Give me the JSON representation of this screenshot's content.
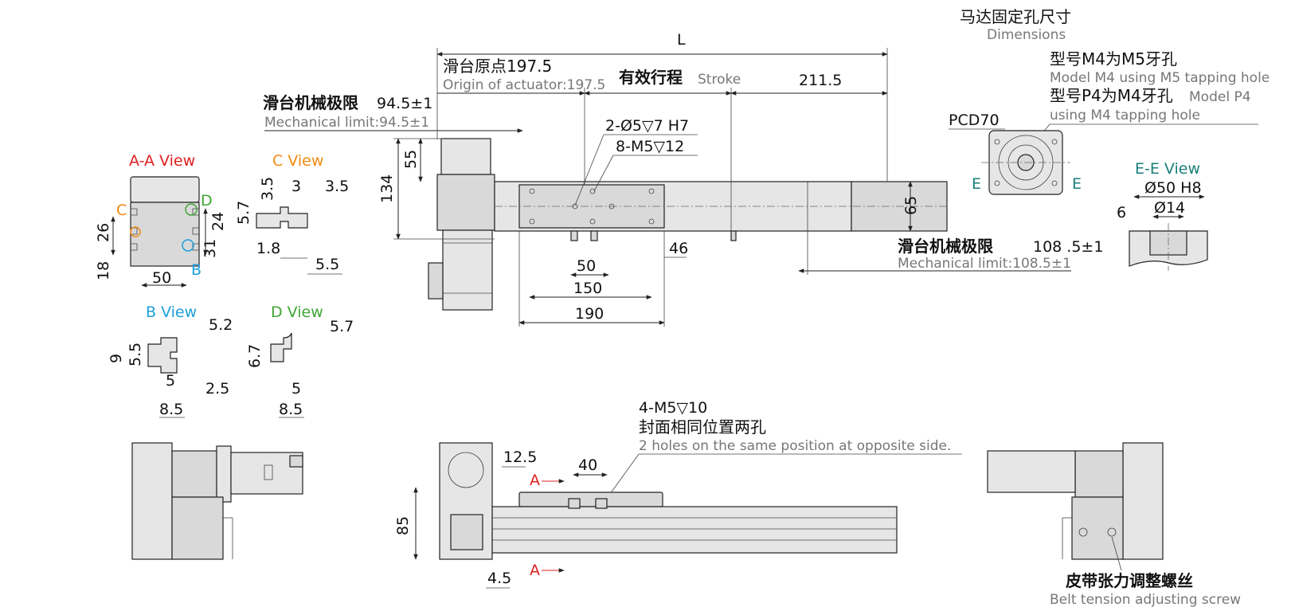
{
  "top_view": {
    "L": "L",
    "origin_cn": "滑台原点197.5",
    "origin_en": "Origin of actuator:197.5",
    "stroke_cn": "有效行程",
    "stroke_en": "Stroke",
    "d_211_5": "211.5",
    "mech_left_cn": "滑台机械极限",
    "mech_left_val": "94.5±1",
    "mech_left_en": "Mechanical limit:94.5±1",
    "hole_1": "2-Ø5▽7 H7",
    "hole_2": "8-M5▽12",
    "d_55": "55",
    "d_134": "134",
    "d_65": "65",
    "d_46": "46",
    "d_50": "50",
    "d_150": "150",
    "d_190": "190",
    "mech_right_cn": "滑台机械极限",
    "mech_right_val": "108 .5±1",
    "mech_right_en": "Mechanical limit:108.5±1"
  },
  "motor_mount": {
    "title_cn": "马达固定孔尺寸",
    "title_en": "Dimensions",
    "m4_cn": "型号M4为M5牙孔",
    "m4_en": "Model M4 using M5 tapping hole",
    "p4_cn": "型号P4为M4牙孔",
    "p4_en_1": "Model P4",
    "p4_en_2": "using M4 tapping hole",
    "pcd": "PCD70",
    "e_left": "E",
    "e_right": "E"
  },
  "ee_view": {
    "title": "E-E View",
    "d_50": "Ø50 H8",
    "d_14": "Ø14",
    "d_6": "6"
  },
  "aa_view": {
    "title": "A-A View",
    "c": "C",
    "d": "D",
    "b": "B",
    "d_26": "26",
    "d_24": "24",
    "d_31": "31",
    "d_18": "18",
    "d_50": "50"
  },
  "c_view": {
    "title": "C View",
    "d_3_5a": "3.5",
    "d_3": "3",
    "d_3_5b": "3.5",
    "d_5_7": "5.7",
    "d_1_8": "1.8",
    "d_5_5": "5.5"
  },
  "b_view": {
    "title": "B View",
    "d_5_2": "5.2",
    "d_9": "9",
    "d_5_5": "5.5",
    "d_5": "5",
    "d_2_5": "2.5",
    "d_8_5": "8.5"
  },
  "d_view": {
    "title": "D View",
    "d_5_7": "5.7",
    "d_6_7": "6.7",
    "d_5": "5",
    "d_8_5": "8.5"
  },
  "front_view": {
    "holes": "4-M5▽10",
    "holes_cn": "封面相同位置两孔",
    "holes_en": "2 holes on the same position at opposite side.",
    "d_12_5": "12.5",
    "d_40": "40",
    "d_85": "85",
    "d_4_5": "4.5",
    "a_top": "A",
    "a_bottom": "A"
  },
  "right_view": {
    "belt_cn": "皮带张力调整螺丝",
    "belt_en": "Belt tension adjusting screw"
  },
  "colors": {
    "red": "#e02020",
    "orange": "#f08a10",
    "green": "#3fa535",
    "blue": "#1ea0dc",
    "teal": "#1a7f7a"
  }
}
